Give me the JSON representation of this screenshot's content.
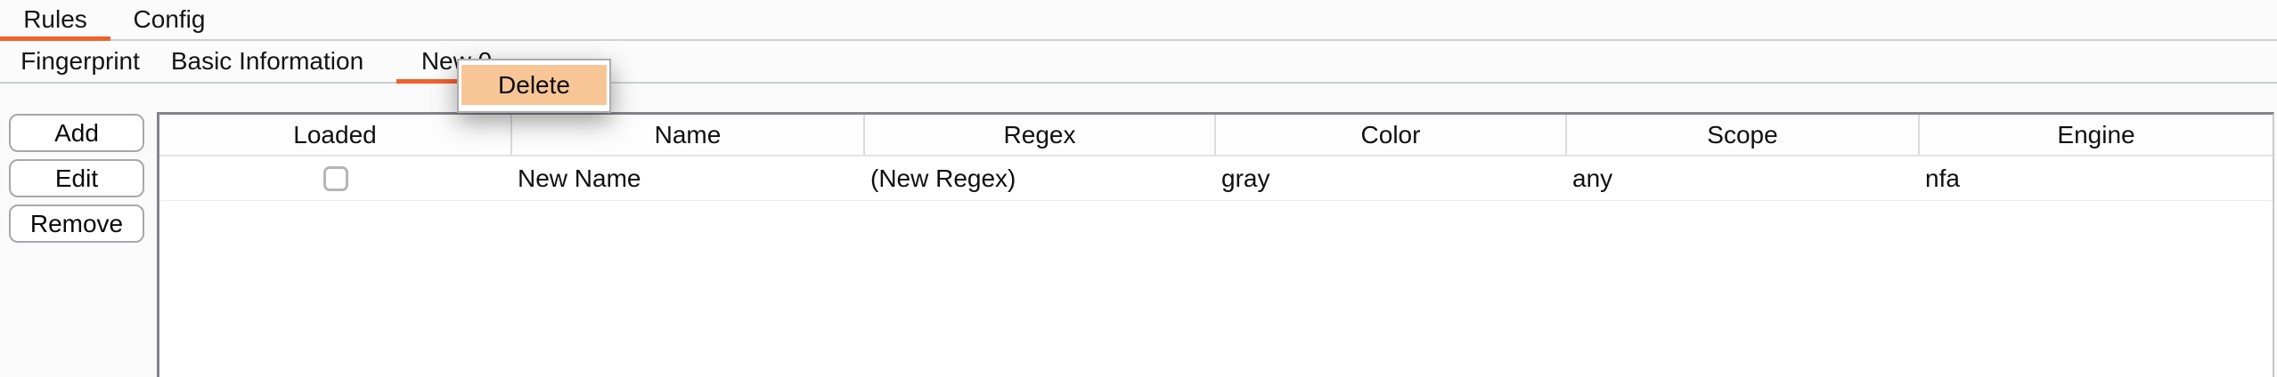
{
  "primary_tabs": [
    {
      "label": "Rules",
      "selected": true
    },
    {
      "label": "Config",
      "selected": false
    }
  ],
  "secondary_tabs": [
    {
      "label": "Fingerprint",
      "selected": false
    },
    {
      "label": "Basic Information",
      "selected": false
    },
    {
      "label": "New 0",
      "selected": true
    }
  ],
  "context_menu": {
    "items": [
      {
        "label": "Delete",
        "highlighted": true
      }
    ]
  },
  "action_buttons": [
    {
      "label": "Add"
    },
    {
      "label": "Edit"
    },
    {
      "label": "Remove"
    }
  ],
  "table": {
    "columns": [
      "Loaded",
      "Name",
      "Regex",
      "Color",
      "Scope",
      "Engine"
    ],
    "rows": [
      {
        "loaded": false,
        "name": "New Name",
        "regex": "(New Regex)",
        "color": "gray",
        "scope": "any",
        "engine": "nfa"
      }
    ]
  },
  "colors": {
    "accent": "#f2612d",
    "menu_highlight": "#f8c597"
  }
}
